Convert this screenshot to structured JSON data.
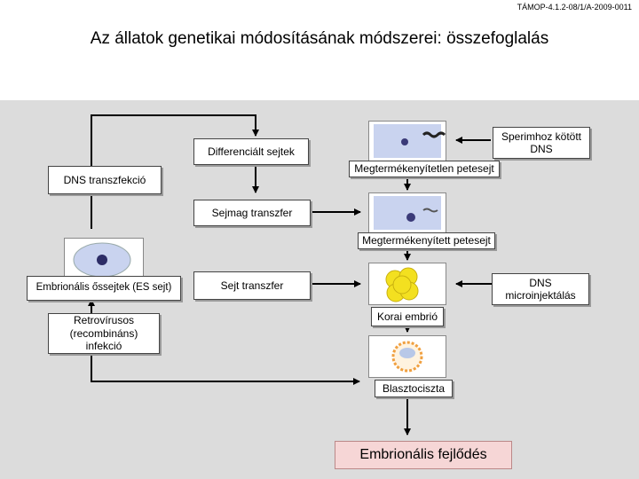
{
  "header": {
    "code": "TÁMOP-4.1.2-08/1/A-2009-0011",
    "title": "Az állatok genetikai módosításának módszerei: összefoglalás"
  },
  "diagram": {
    "nodes": {
      "differentiated_cells": "Differenciált sejtek",
      "dna_transfection": "DNS transzfekció",
      "nuclear_transfer": "Sejmag transzfer",
      "es_cells": "Embrionális őssejtek (ES sejt)",
      "cell_transfer": "Sejt transzfer",
      "retroviral_line1": "Retrovírusos",
      "retroviral_line2": "(recombináns)",
      "retroviral_line3": "infekció",
      "sperm_dna_line1": "Sperimhoz kötött",
      "sperm_dna_line2": "DNS",
      "unfertilized_egg": "Megtermékenyítetlen petesejt",
      "fertilized_egg": "Megtermékenyített petesejt",
      "dna_microinjection_line1": "DNS",
      "dna_microinjection_line2": "microinjektálás",
      "early_embryo": "Korai embrió",
      "blastocyst": "Blasztociszta",
      "embryonic_development": "Embrionális fejlődés"
    },
    "colors": {
      "panel": "#dcdcdc",
      "cell_fill": "#c9d3ef",
      "nucleus": "#3a3a78",
      "embryo_cell": "#f3e020",
      "blastocyst_ring": "#f0a040",
      "embryo_box": "#f6d6d6"
    }
  }
}
